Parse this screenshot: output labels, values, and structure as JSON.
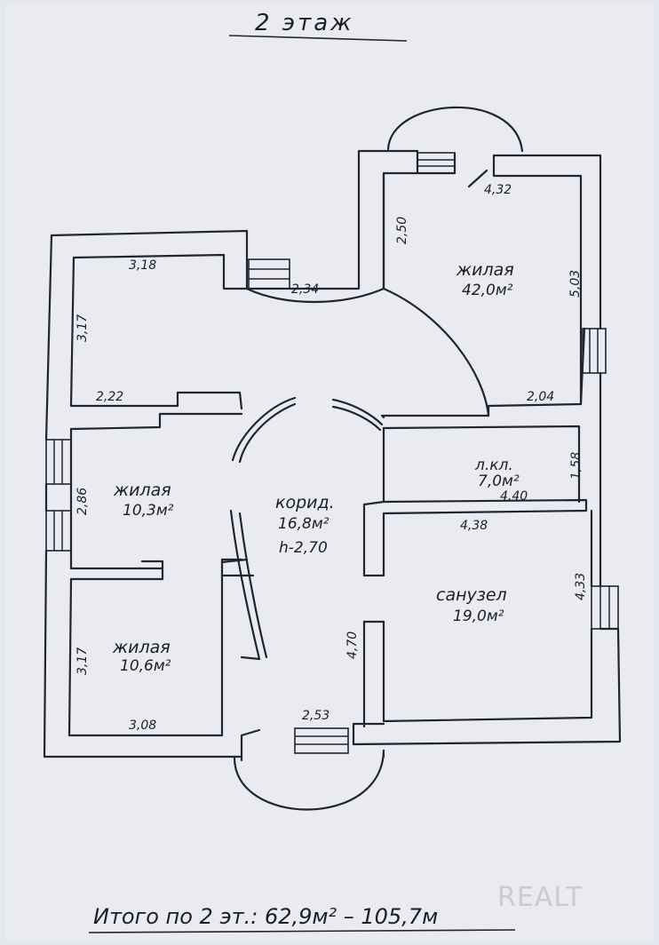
{
  "title": "2 этаж",
  "total": "Итого по 2 эт.: 62,9м² – 105,7м",
  "watermark": "REALT",
  "rooms": {
    "top_right": {
      "label": "жилая",
      "area": "42,0м²"
    },
    "left_mid": {
      "label": "жилая",
      "area": "10,3м²"
    },
    "left_low": {
      "label": "жилая",
      "area": "10,6м²"
    },
    "corridor": {
      "label": "корид.",
      "area": "16,8м²",
      "height": "h-2,70"
    },
    "stair": {
      "label": "л.кл.",
      "area": "7,0м²"
    },
    "bathroom": {
      "label": "санузел",
      "area": "19,0м²"
    }
  },
  "dims": {
    "d432": "4,32",
    "d250": "2,50",
    "d318": "3,18",
    "d503": "5,03",
    "d234": "2,34",
    "d317a": "3,17",
    "d222": "2,22",
    "d204": "2,04",
    "d158": "1,58",
    "d440": "4,40",
    "d286": "2,86",
    "d438": "4,38",
    "d433": "4,33",
    "d470": "4,70",
    "d317b": "3,17",
    "d308": "3,08",
    "d253": "2,53"
  }
}
